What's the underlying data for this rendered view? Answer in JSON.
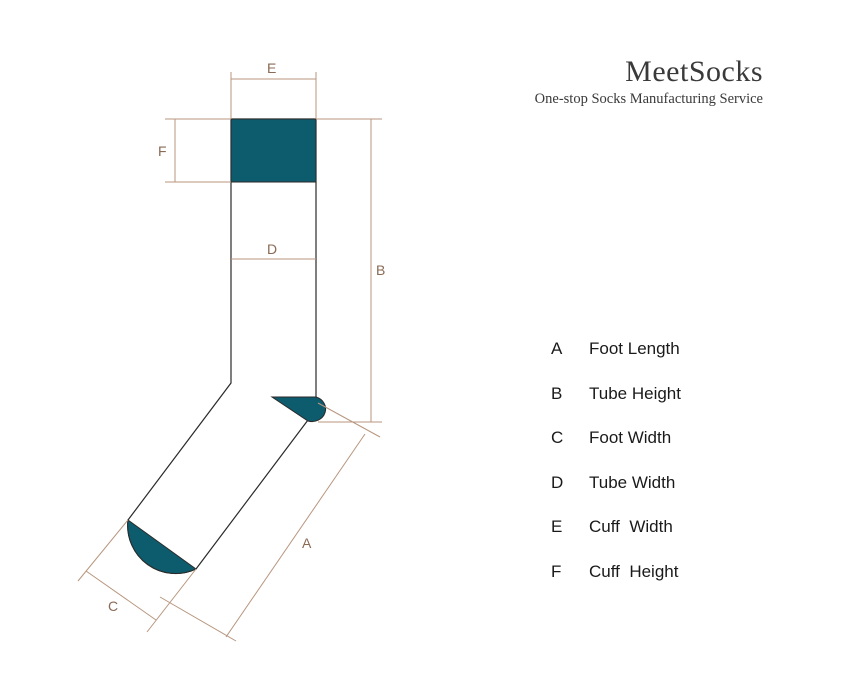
{
  "brand": {
    "name": "MeetSocks",
    "tagline": "One-stop Socks Manufacturing Service"
  },
  "dimension_labels": {
    "a": "A",
    "b": "B",
    "c": "C",
    "d": "D",
    "e": "E",
    "f": "F"
  },
  "legend": [
    {
      "letter": "A",
      "label": "Foot Length"
    },
    {
      "letter": "B",
      "label": "Tube Height"
    },
    {
      "letter": "C",
      "label": "Foot Width"
    },
    {
      "letter": "D",
      "label": "Tube Width"
    },
    {
      "letter": "E",
      "label": "Cuff  Width"
    },
    {
      "letter": "F",
      "label": "Cuff  Height"
    }
  ],
  "colors": {
    "accent_fill": "#0d5c6e",
    "outline": "#2a2a2a",
    "dimension_line": "#b8967e",
    "dimension_text": "#8a6a55"
  }
}
